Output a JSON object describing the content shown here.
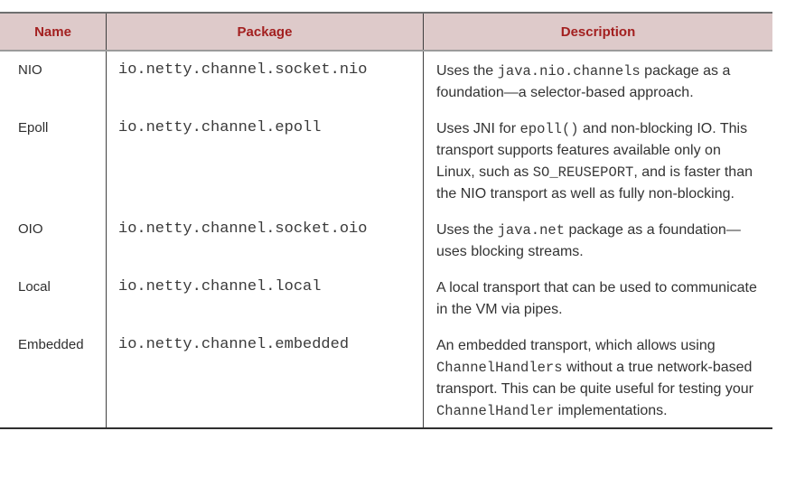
{
  "colors": {
    "header_bg": "#decaca",
    "header_text": "#a32020",
    "border_dark": "#2f2f2f",
    "border_gray": "#9b9b9b"
  },
  "table": {
    "headers": [
      {
        "label": "Name"
      },
      {
        "label": "Package"
      },
      {
        "label": "Description"
      }
    ],
    "rows": [
      {
        "name": "NIO",
        "package": "io.netty.channel.socket.nio",
        "desc": [
          {
            "t": "Uses the ",
            "c": false
          },
          {
            "t": "java.nio.channels",
            "c": true
          },
          {
            "t": " package as a foundation—a selector-based approach.",
            "c": false
          }
        ]
      },
      {
        "name": "Epoll",
        "package": "io.netty.channel.epoll",
        "desc": [
          {
            "t": "Uses JNI for ",
            "c": false
          },
          {
            "t": "epoll()",
            "c": true
          },
          {
            "t": " and non-blocking IO. This transport supports features available only on Linux, such as ",
            "c": false
          },
          {
            "t": "SO_REUSEPORT",
            "c": true
          },
          {
            "t": ", and is faster than the NIO transport as well as fully non-blocking.",
            "c": false
          }
        ]
      },
      {
        "name": "OIO",
        "package": "io.netty.channel.socket.oio",
        "desc": [
          {
            "t": "Uses the ",
            "c": false
          },
          {
            "t": "java.net",
            "c": true
          },
          {
            "t": " package as a foundation—uses blocking streams.",
            "c": false
          }
        ]
      },
      {
        "name": "Local",
        "package": "io.netty.channel.local",
        "desc": [
          {
            "t": "A local transport that can be used to communicate in the VM via pipes.",
            "c": false
          }
        ]
      },
      {
        "name": "Embedded",
        "package": "io.netty.channel.embedded",
        "desc": [
          {
            "t": "An embedded transport, which allows using ",
            "c": false
          },
          {
            "t": "ChannelHandlers",
            "c": true
          },
          {
            "t": " without a true network-based transport. This can be quite useful for testing your ",
            "c": false
          },
          {
            "t": "ChannelHandler",
            "c": true
          },
          {
            "t": " implementations.",
            "c": false
          }
        ]
      }
    ]
  }
}
